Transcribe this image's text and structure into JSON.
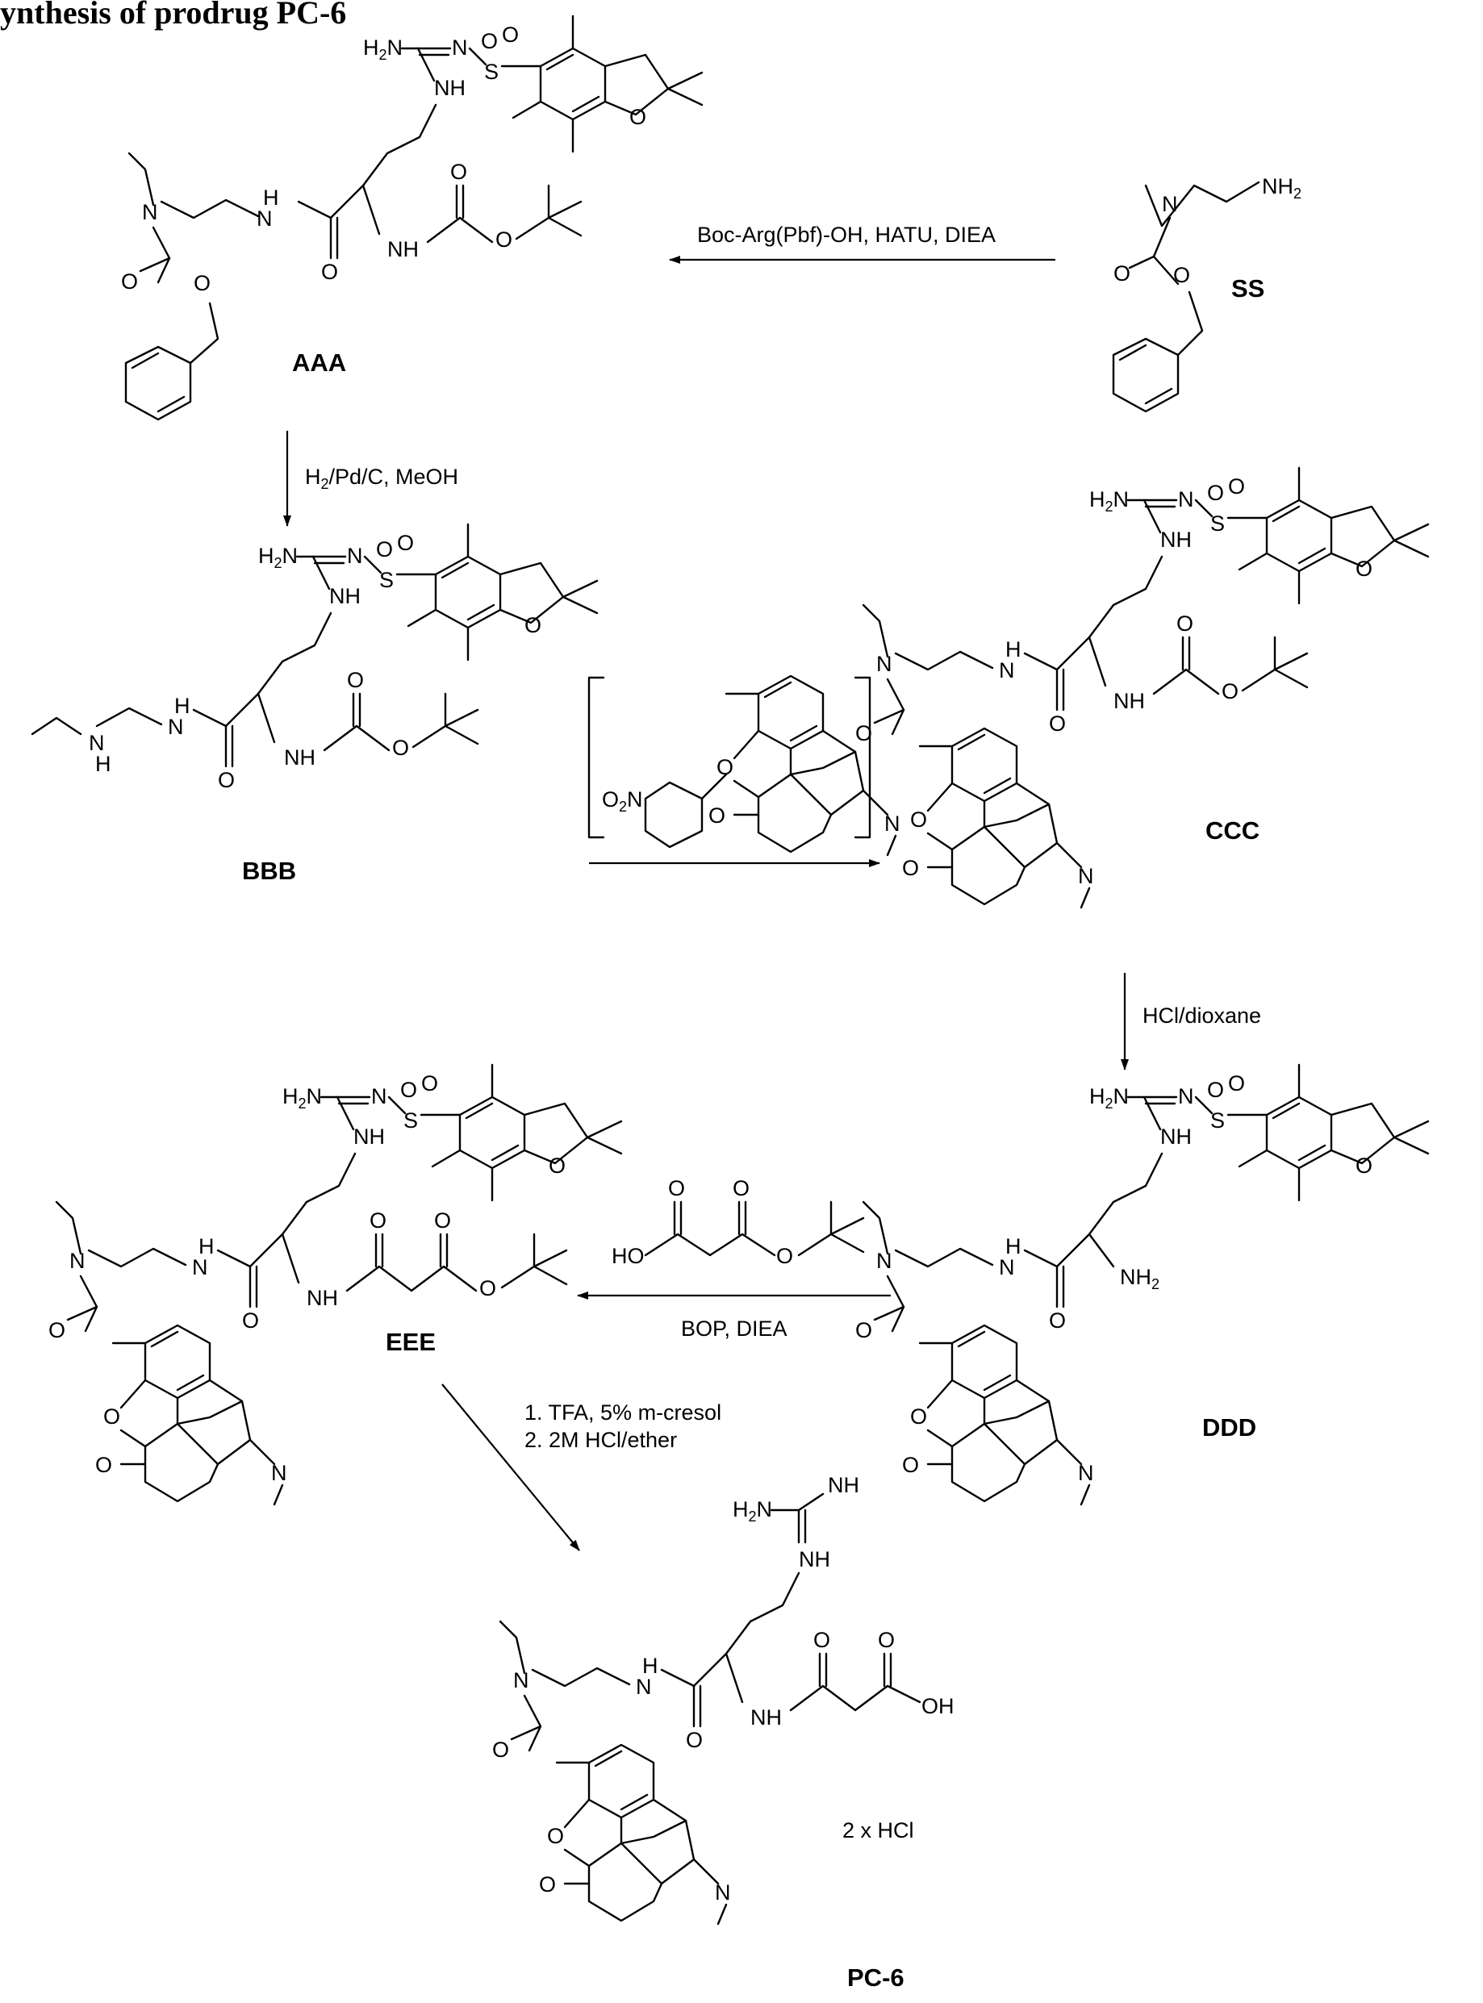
{
  "title": "ynthesis of prodrug PC-6",
  "compounds": {
    "ss": "SS",
    "aaa": "AAA",
    "bbb": "BBB",
    "ccc": "CCC",
    "ddd": "DDD",
    "eee": "EEE",
    "pc6": "PC-6"
  },
  "reagents": {
    "step1": "Boc-Arg(Pbf)-OH, HATU, DIEA",
    "step2_main": "H",
    "step2_sub": "2",
    "step2_rest": "/Pd/C, MeOH",
    "step4": "HCl/dioxane",
    "step5": "BOP, DIEA",
    "step6_line1": "1. TFA, 5% m-cresol",
    "step6_line2": "2. 2M HCl/ether"
  },
  "salt_note": "2 x HCl",
  "atoms": {
    "N": "N",
    "O": "O",
    "S": "S",
    "NH": "NH",
    "H": "H",
    "H2N": "H",
    "two": "2",
    "N_label": "N",
    "NH2": "NH",
    "OH": "OH",
    "HO": "HO",
    "O2N": "O"
  }
}
